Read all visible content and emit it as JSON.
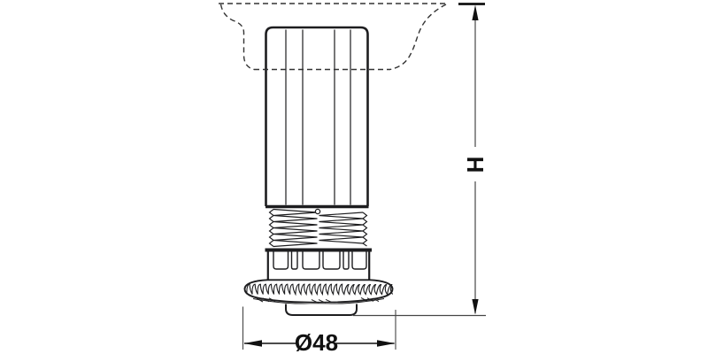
{
  "drawing": {
    "type": "technical-line-drawing",
    "subject": "height-adjustable plinth leveler foot, side elevation with cabinet panel shown dashed",
    "background_color": "#ffffff",
    "line_color": "#1d1d1f",
    "dashed_outline_color": "#333333",
    "dimension_line_color": "#454545",
    "dimensions": {
      "height_label": "H",
      "diameter_label": "Ø48"
    }
  }
}
